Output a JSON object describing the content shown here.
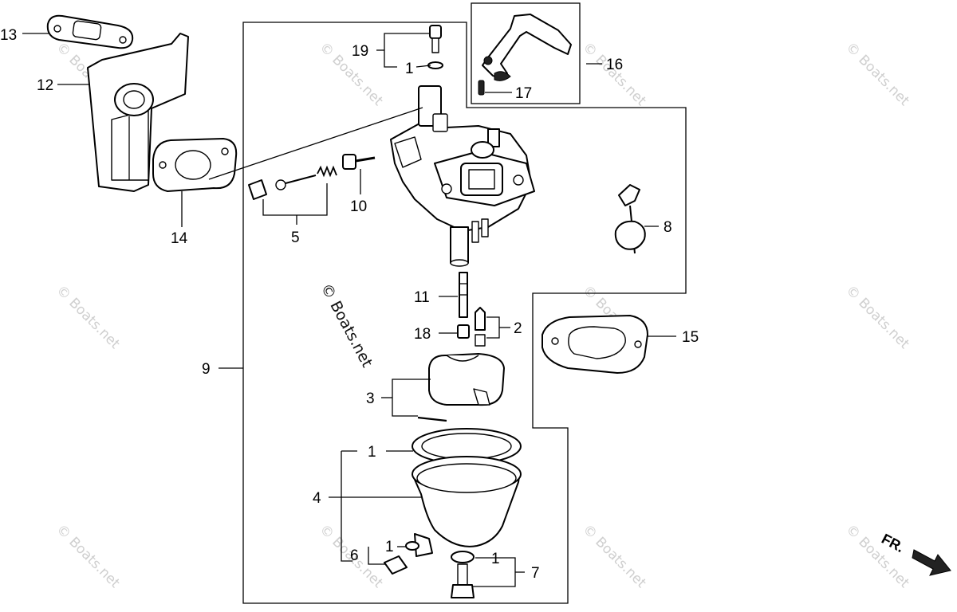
{
  "diagram": {
    "callouts": [
      {
        "id": "c13",
        "text": "13"
      },
      {
        "id": "c12",
        "text": "12"
      },
      {
        "id": "c14",
        "text": "14"
      },
      {
        "id": "c19",
        "text": "19"
      },
      {
        "id": "c1a",
        "text": "1"
      },
      {
        "id": "c16",
        "text": "16"
      },
      {
        "id": "c17",
        "text": "17"
      },
      {
        "id": "c5",
        "text": "5"
      },
      {
        "id": "c10",
        "text": "10"
      },
      {
        "id": "c8",
        "text": "8"
      },
      {
        "id": "c11",
        "text": "11"
      },
      {
        "id": "c18",
        "text": "18"
      },
      {
        "id": "c2",
        "text": "2"
      },
      {
        "id": "c15",
        "text": "15"
      },
      {
        "id": "c9",
        "text": "9"
      },
      {
        "id": "c3",
        "text": "3"
      },
      {
        "id": "c1b",
        "text": "1"
      },
      {
        "id": "c4",
        "text": "4"
      },
      {
        "id": "c1c",
        "text": "1"
      },
      {
        "id": "c6",
        "text": "6"
      },
      {
        "id": "c1d",
        "text": "1"
      },
      {
        "id": "c7",
        "text": "7"
      }
    ],
    "watermark": "© Boats.net",
    "direction_label": "FR."
  }
}
